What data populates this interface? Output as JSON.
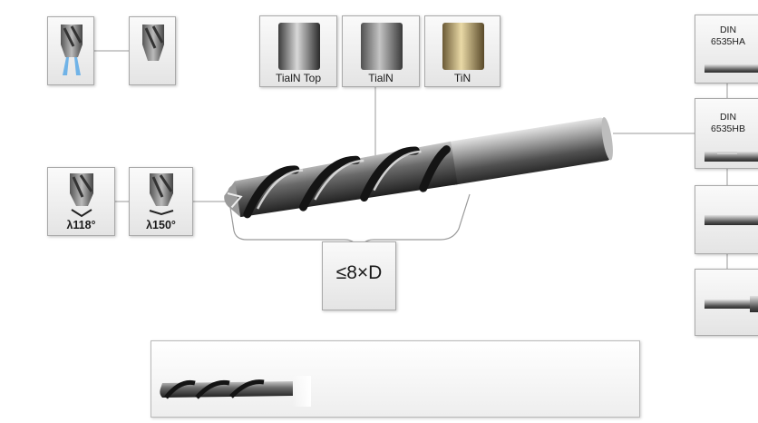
{
  "coatings": {
    "tialn_top": {
      "label": "TialN Top"
    },
    "tialn": {
      "label": "TialN"
    },
    "tin": {
      "label": "TiN"
    }
  },
  "point_angles": {
    "a118": {
      "label": "λ118°"
    },
    "a150": {
      "label": "λ150°"
    }
  },
  "shanks": {
    "din_6535ha": {
      "line1": "DIN",
      "line2": "6535HA"
    },
    "din_6535hb": {
      "line1": "DIN",
      "line2": "6535HB"
    }
  },
  "depth": {
    "label": "≤8×D"
  },
  "colors": {
    "tile_border": "#a9a9a9",
    "connector": "#9a9a9a",
    "coolant": "#5aa9e6",
    "tin_gold": "#c9a45a"
  }
}
